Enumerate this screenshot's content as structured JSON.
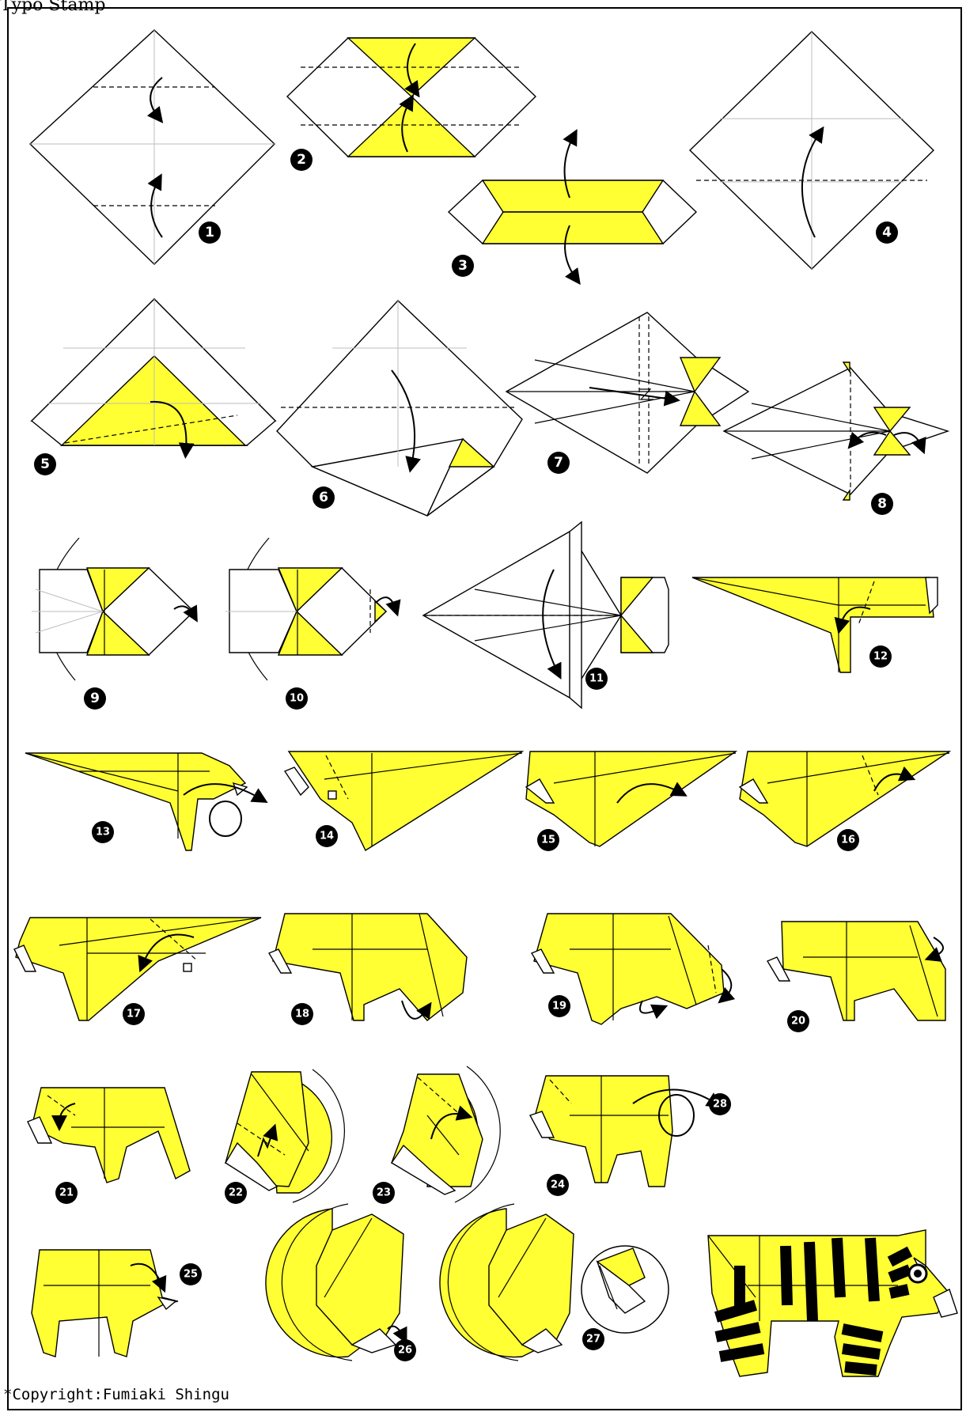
{
  "header": {
    "text": "Typo Stamp"
  },
  "footer": {
    "copyright": "*Copyright:Fumiaki Shingu"
  },
  "steps": [
    "1",
    "2",
    "3",
    "4",
    "5",
    "6",
    "7",
    "8",
    "9",
    "10",
    "11",
    "12",
    "13",
    "14",
    "15",
    "16",
    "17",
    "18",
    "19",
    "20",
    "21",
    "22",
    "23",
    "24",
    "25",
    "26",
    "27",
    "28"
  ],
  "colors": {
    "paper": "#ffff33",
    "outline": "#000000",
    "background": "#ffffff"
  }
}
